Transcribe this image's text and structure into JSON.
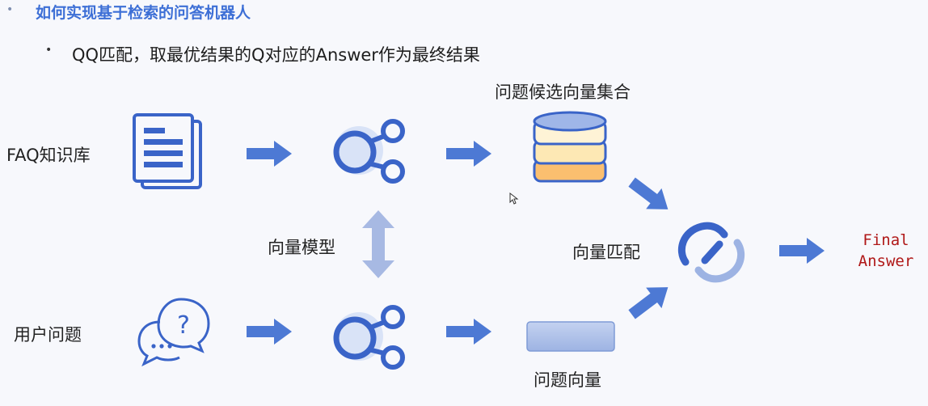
{
  "header": {
    "bullet": "•",
    "title": "如何实现基于检索的问答机器人"
  },
  "point": {
    "bullet": "•",
    "text": "QQ匹配，取最优结果的Q对应的Answer作为最终结果"
  },
  "diagram": {
    "faq_label": "FAQ知识库",
    "user_question_label": "用户问题",
    "vector_model_label": "向量模型",
    "candidate_set_label": "问题候选向量集合",
    "vector_match_label": "向量匹配",
    "question_vector_label": "问题向量",
    "final_line1": "Final",
    "final_line2": "Answer"
  },
  "colors": {
    "accent": "#3d6fd6",
    "icon_blue": "#3a64c8",
    "arrow_blue": "#4d79d4",
    "final_red": "#b01818",
    "db_yellow": "#fde8b4",
    "db_orange": "#fbbf6f"
  }
}
